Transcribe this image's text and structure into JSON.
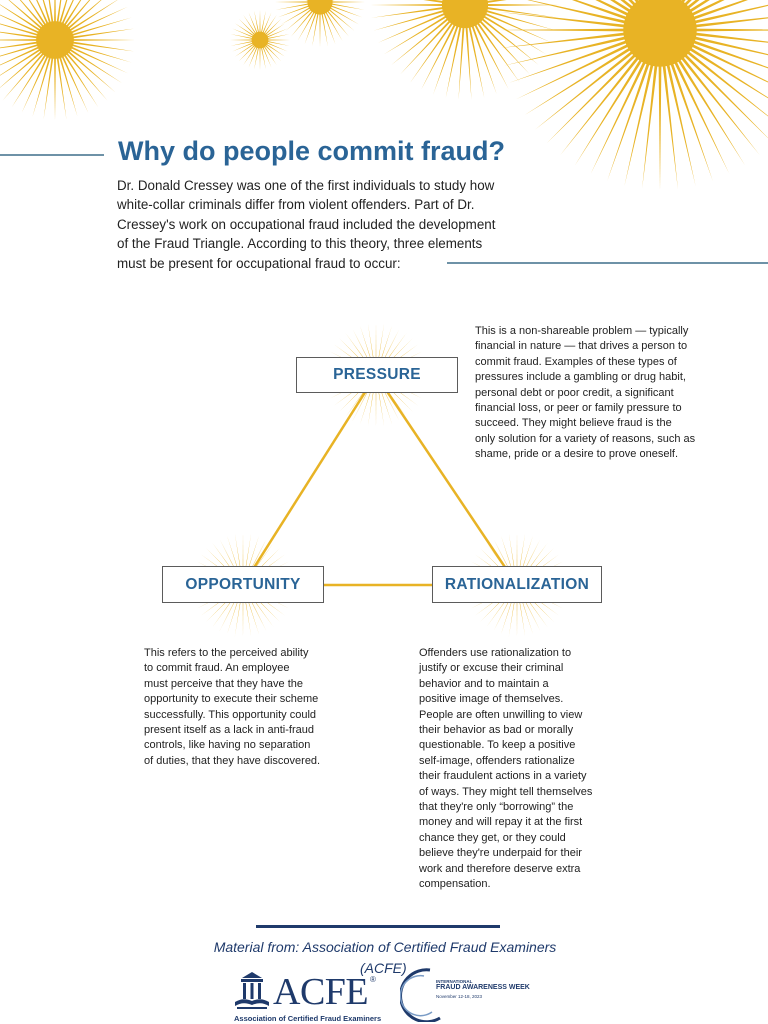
{
  "heading": {
    "title": "Why do people commit fraud?",
    "intro_lines": [
      "Dr. Donald Cressey was one of the first individuals to study how",
      "white-collar criminals differ from violent offenders. Part of Dr.",
      "Cressey's work on occupational fraud included the development",
      "of the Fraud Triangle. According to this theory, three elements",
      "must be present for occupational fraud to occur:"
    ]
  },
  "triangle": {
    "pressure": {
      "label": "PRESSURE",
      "lines": [
        "This is a non-shareable problem — typically",
        "financial in nature — that drives a person to",
        "commit fraud. Examples of these types of",
        "pressures include a gambling or drug habit,",
        "personal debt or poor credit, a significant",
        "financial loss, or peer or family pressure to",
        "succeed. They might believe fraud is the",
        "only solution for a variety of reasons, such as",
        "shame, pride or a desire to prove oneself."
      ]
    },
    "opportunity": {
      "label": "OPPORTUNITY",
      "lines": [
        "This refers to the perceived ability",
        "to commit fraud. An employee",
        "must perceive that they have the",
        "opportunity to execute their scheme",
        "successfully. This opportunity could",
        "present itself as a lack in anti-fraud",
        "controls, like having no separation",
        "of duties, that they have discovered."
      ]
    },
    "rationalization": {
      "label": "RATIONALIZATION",
      "lines": [
        "Offenders use rationalization to",
        "justify or excuse their criminal",
        "behavior and to maintain a",
        "positive image of themselves.",
        "People are often unwilling to view",
        "their behavior as bad or morally",
        "questionable. To keep a positive",
        "self-image, offenders rationalize",
        "their fraudulent actions in a variety",
        "of ways. They might tell themselves",
        "that they're only “borrowing” the",
        "money and will repay it at the first",
        "chance they get, or they could",
        "believe they're underpaid for their",
        "work and therefore deserve extra",
        "compensation."
      ]
    }
  },
  "footer": {
    "credit": "Material from: Association of Certified Fraud Examiners",
    "credit_cont": "(ACFE)",
    "acfe": {
      "wordmark": "ACFE",
      "registered": "®",
      "tagline": "Association of Certified Fraud Examiners"
    },
    "faw": {
      "small": "INTERNATIONAL",
      "title": "FRAUD AWARENESS WEEK",
      "dates": "November 12-18, 2023"
    }
  },
  "colors": {
    "sunburst": "#e8b325",
    "heading_blue": "#2a6496",
    "navy": "#1f3a6b",
    "rule": "#3f6f8a",
    "box_border": "#5b5b5b"
  }
}
